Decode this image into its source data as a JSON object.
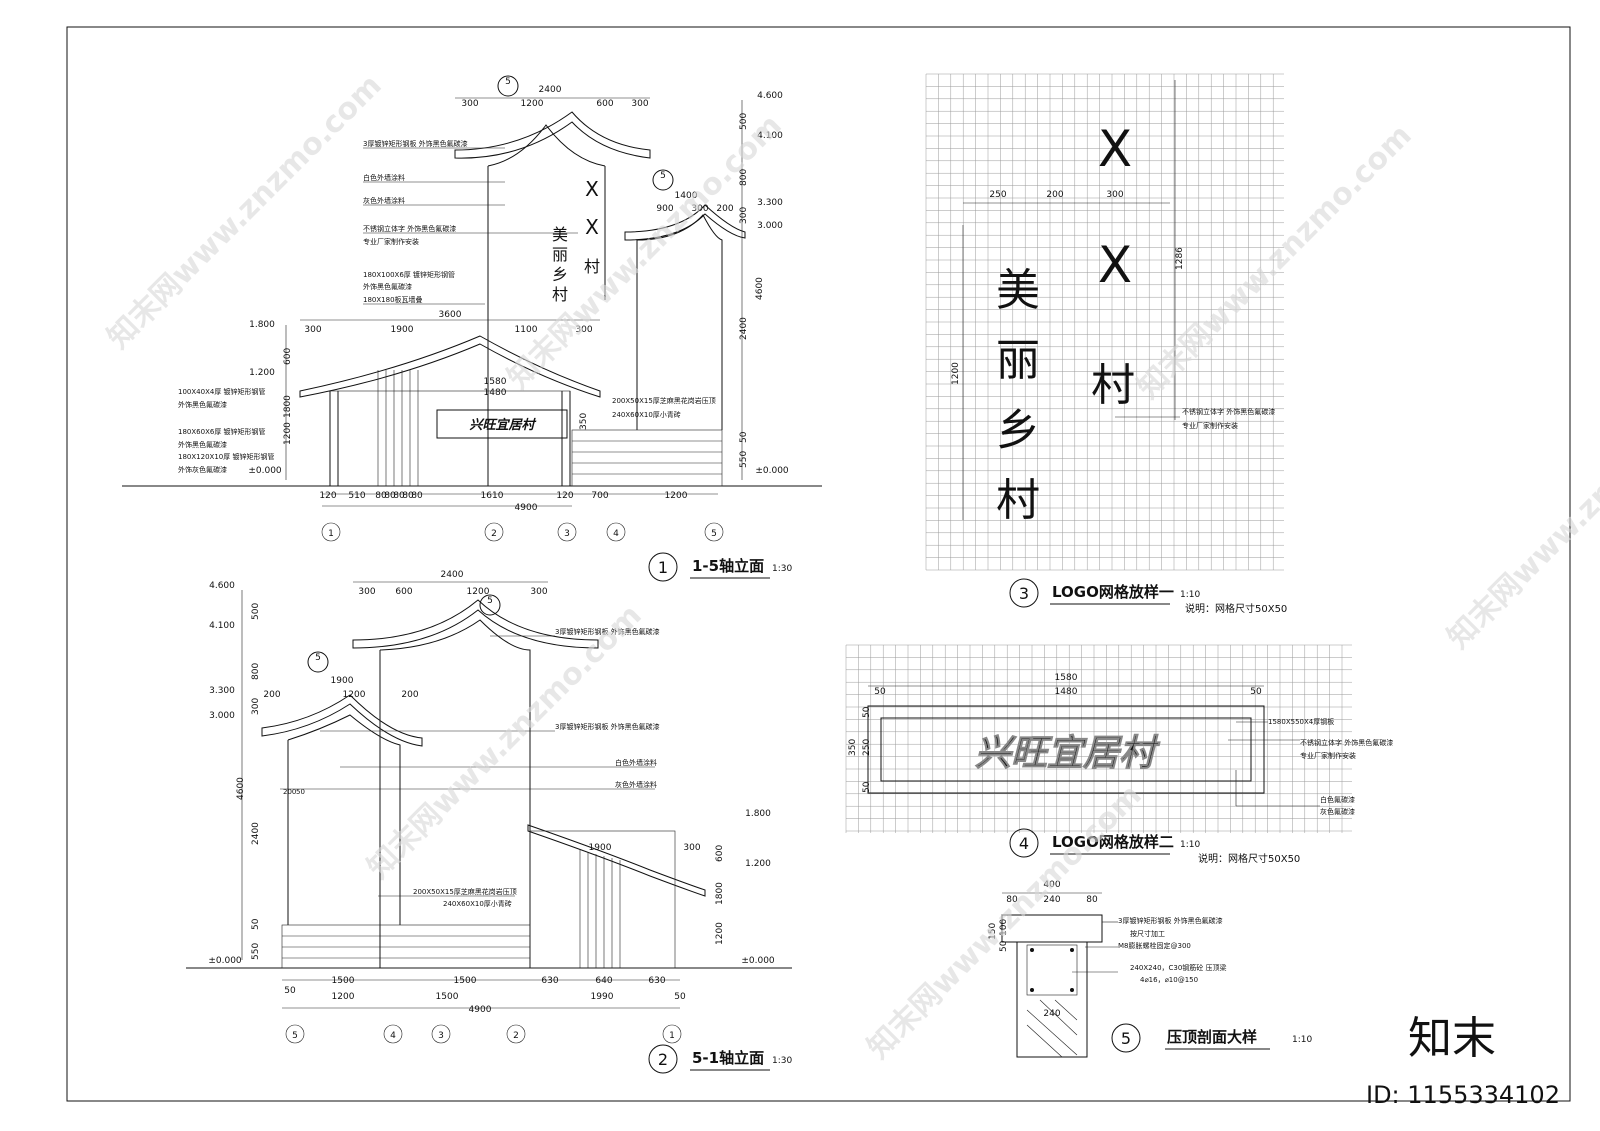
{
  "sheet": {
    "views": [
      {
        "num": "1",
        "title": "1-5轴立面",
        "scale": "1:30"
      },
      {
        "num": "2",
        "title": "5-1轴立面",
        "scale": "1:30"
      },
      {
        "num": "3",
        "title": "LOGO网格放样一",
        "scale": "1:10",
        "note": "说明：网格尺寸50X50"
      },
      {
        "num": "4",
        "title": "LOGO网格放样二",
        "scale": "1:10",
        "note": "说明：网格尺寸50X50"
      },
      {
        "num": "5",
        "title": "压顶剖面大样",
        "scale": "1:10"
      }
    ]
  },
  "elev1": {
    "sign_x1": "X",
    "sign_x2": "X",
    "sign_cun": "村",
    "sign_line2": [
      "美",
      "丽",
      "乡",
      "村"
    ],
    "plaque": "兴旺宜居村",
    "top_dims": [
      "2400",
      "300",
      "1200",
      "600",
      "300"
    ],
    "mid_dims": [
      "1400",
      "900",
      "300",
      "200"
    ],
    "roof_dims": [
      "3600",
      "300",
      "1900",
      "1100",
      "300"
    ],
    "plaque_dims": [
      "1580",
      "1480"
    ],
    "bottom_dims": [
      "120",
      "510",
      "80",
      "80",
      "80",
      "80",
      "80",
      "1610",
      "120",
      "700",
      "1200",
      "4900"
    ],
    "levels": [
      "4.600",
      "4.100",
      "3.300",
      "3.000",
      "1.800",
      "1.200",
      "±0.000"
    ],
    "right_dims": [
      "500",
      "800",
      "300",
      "4600",
      "2400",
      "350",
      "50",
      "550"
    ],
    "left_dims": [
      "600",
      "1800",
      "1200"
    ],
    "axes": [
      "1",
      "2",
      "3",
      "4",
      "5"
    ],
    "notes_left": [
      "3厚镀锌矩形钢板  外饰黑色氟碳漆",
      "白色外墙涂料",
      "灰色外墙涂料",
      "不锈钢立体字  外饰黑色氟碳漆",
      "专业厂家制作安装",
      "180X100X6厚  镀锌矩形钢管",
      "外饰黑色氟碳漆",
      "180X180板瓦墙叠"
    ],
    "notes_low": [
      "100X40X4厚  镀锌矩形钢管",
      "外饰黑色氟碳漆",
      "180X60X6厚  镀锌矩形钢管",
      "外饰黑色氟碳漆",
      "180X120X10厚  镀锌矩形钢管",
      "外饰灰色氟碳漆"
    ],
    "notes_right": [
      "200X50X15厚芝麻黑花岗岩压顶",
      "240X60X10厚小青砖"
    ],
    "marker": "5"
  },
  "elev2": {
    "top_dims": [
      "2400",
      "300",
      "600",
      "1200",
      "300"
    ],
    "mid_dims": [
      "1900",
      "200",
      "1200",
      "200"
    ],
    "roof_dims": [
      "1900",
      "300"
    ],
    "bottom_dims": [
      "50",
      "1500",
      "1500",
      "630",
      "640",
      "630",
      "1200",
      "1500",
      "1990",
      "50",
      "4900"
    ],
    "levels_left": [
      "4.600",
      "4.100",
      "3.300",
      "3.000",
      "±0.000"
    ],
    "levels_right": [
      "1.800",
      "1.200",
      "±0.000"
    ],
    "left_dims": [
      "500",
      "800",
      "300",
      "4600",
      "2400",
      "50",
      "550"
    ],
    "right_dims": [
      "600",
      "1800",
      "1200"
    ],
    "small_dims": [
      "200",
      "50"
    ],
    "axes": [
      "5",
      "4",
      "3",
      "2",
      "1"
    ],
    "notes": [
      "3厚镀锌矩形钢板  外饰黑色氟碳漆",
      "3厚镀锌矩形钢板  外饰黑色氟碳漆",
      "白色外墙涂料",
      "灰色外墙涂料",
      "200X50X15厚芝麻黑花岗岩压顶",
      "240X60X10厚小青砖"
    ],
    "marker": "5"
  },
  "logo1": {
    "x1": "X",
    "x2": "X",
    "cun": "村",
    "line2": [
      "美",
      "丽",
      "乡",
      "村"
    ],
    "dims": [
      "250",
      "200",
      "300",
      "1286",
      "1200"
    ],
    "notes": [
      "不锈钢立体字  外饰黑色氟碳漆",
      "专业厂家制作安装"
    ]
  },
  "logo2": {
    "text": "兴旺宜居村",
    "dims": [
      "1580",
      "1480",
      "50",
      "50",
      "350",
      "250",
      "50",
      "50"
    ],
    "notes": [
      "1580X550X4厚钢板",
      "不锈钢立体字  外饰黑色氟碳漆",
      "专业厂家制作安装",
      "白色氟碳漆",
      "灰色氟碳漆"
    ]
  },
  "detail5": {
    "dims": [
      "400",
      "80",
      "240",
      "80",
      "150",
      "50",
      "100",
      "240"
    ],
    "notes": [
      "3厚镀锌矩形钢板  外饰黑色氟碳漆",
      "按尺寸加工",
      "M8膨胀螺栓固定@300",
      "240X240，C30钢筋砼  压顶梁",
      "4⌀16，⌀10@150"
    ]
  },
  "watermark": {
    "text": "知末网www.znzmo.com",
    "brand": "知末",
    "id": "ID: 1155334102"
  }
}
